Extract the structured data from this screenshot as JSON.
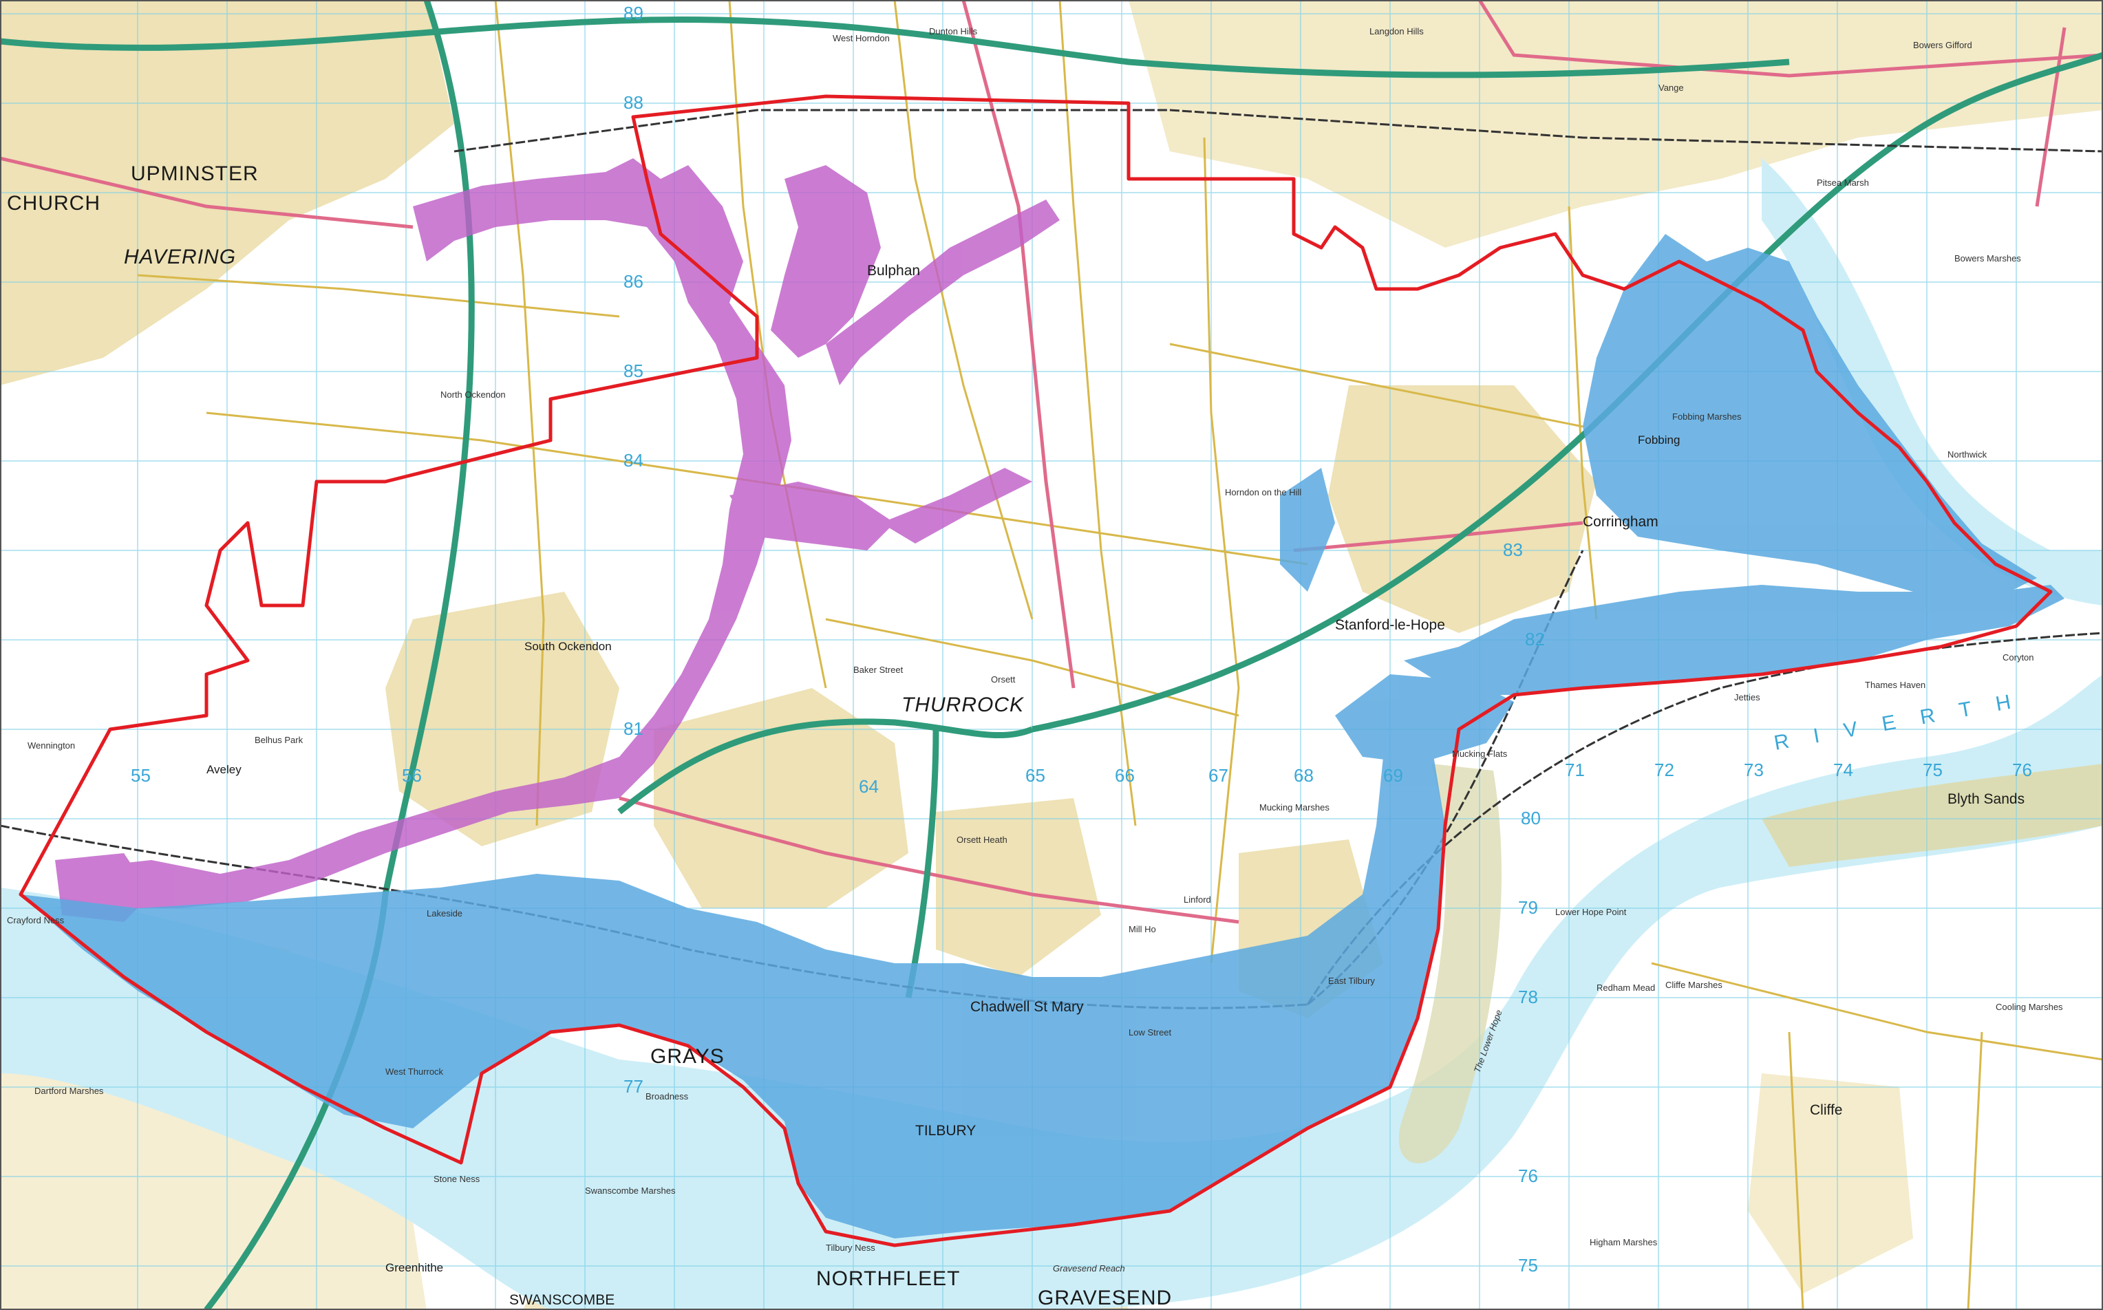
{
  "colors": {
    "river": "#cdeef7",
    "flood_blue": "#5aa9e0",
    "flood_purple": "#c060c8",
    "boundary": "#e41c23",
    "grid": "#7fd0e8",
    "urban": "#e8d9a8",
    "sand": "#dcdcb4",
    "road_motorway": "#2f9b7a",
    "road_a": "#e06a8a",
    "road_b": "#c8a838"
  },
  "labels": {
    "upminster": "UPMINSTER",
    "church": "CHURCH",
    "havering": "HAVERING",
    "thurrock": "THURROCK",
    "grays": "GRAYS",
    "northfleet": "NORTHFLEET",
    "gravesend": "GRAVESEND",
    "swanscombe": "SWANSCOMBE",
    "river_thames": "R I V E R   T H",
    "blyth_sands": "Blyth Sands",
    "cliffe": "Cliffe",
    "cliffe_marshes": "Cliffe Marshes",
    "cooling_marshes": "Cooling Marshes",
    "corringham": "Corringham",
    "stanford_le_hope": "Stanford-le-Hope",
    "fobbing": "Fobbing",
    "fobbing_marshes": "Fobbing Marshes",
    "south_ockendon": "South Ockendon",
    "aveley": "Aveley",
    "belhus_park": "Belhus Park",
    "chadwell_st_mary": "Chadwell St Mary",
    "tilbury": "TILBURY",
    "east_tilbury": "East Tilbury",
    "mucking_marshes": "Mucking Marshes",
    "mucking_flats": "Mucking Flats",
    "orsett": "Orsett",
    "orsett_heath": "Orsett Heath",
    "horndon_on_the_hill": "Horndon on the Hill",
    "north_ockendon": "North Ockendon",
    "bulphan": "Bulphan",
    "dartford_marshes": "Dartford Marshes",
    "greenhithe": "Greenhithe",
    "stone_ness": "Stone Ness",
    "crayford_ness": "Crayford Ness",
    "broadness": "Broadness",
    "coryton": "Coryton",
    "thames_haven": "Thames Haven",
    "lower_hope_point": "Lower Hope Point",
    "wennington": "Wennington",
    "west_thurrock": "West Thurrock",
    "lakeside": "Lakeside",
    "baker_street": "Baker Street",
    "linford": "Linford",
    "bowers_gifford": "Bowers Gifford",
    "vange": "Vange",
    "langdon_hills": "Langdon Hills",
    "dunton_hills": "Dunton Hills",
    "west_horndon": "West Horndon",
    "pitsea_marsh": "Pitsea Marsh",
    "bowers_marshes": "Bowers Marshes",
    "northwick": "Northwick",
    "redham_mead": "Redham Mead",
    "high_halstow_marshes": "Higham Marshes",
    "swanscombe_marshes": "Swanscombe Marshes",
    "tilbury_ness": "Tilbury Ness",
    "gravesend_reach": "Gravesend Reach",
    "low_street": "Low Street",
    "mill_ho": "Mill Ho",
    "jetties": "Jetties",
    "the_lower_hope": "The Lower Hope"
  },
  "grid_numbers": {
    "easting": [
      "55",
      "56",
      "64",
      "65",
      "66",
      "67",
      "68",
      "69",
      "71",
      "72",
      "73",
      "74",
      "75",
      "76"
    ],
    "northing": [
      "89",
      "88",
      "86",
      "85",
      "84",
      "83",
      "82",
      "81",
      "80",
      "79",
      "78",
      "77",
      "76",
      "75"
    ]
  }
}
